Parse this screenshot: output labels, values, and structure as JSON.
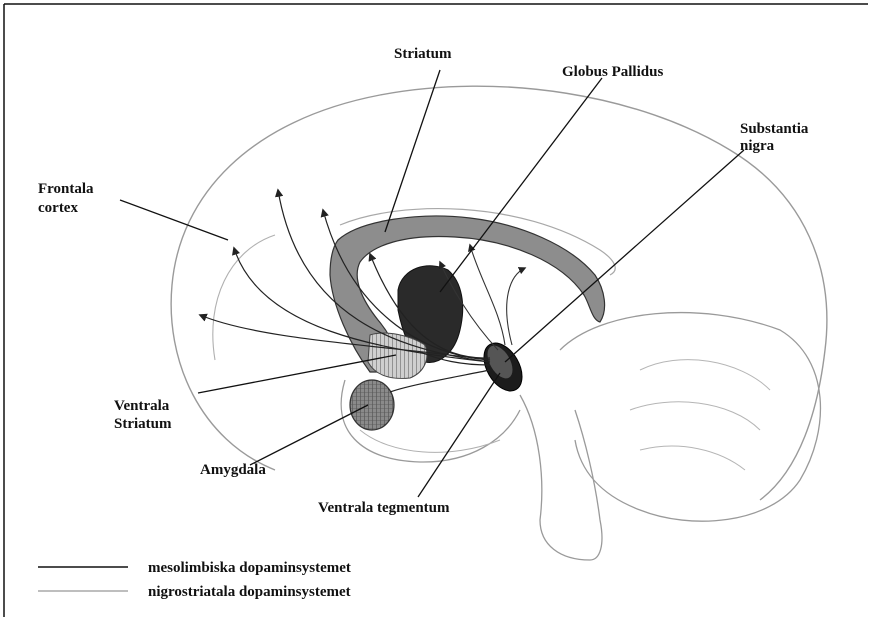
{
  "labels": {
    "striatum": "Striatum",
    "globus_pallidus": "Globus Pallidus",
    "substantia_nigra_1": "Substantia",
    "substantia_nigra_2": "nigra",
    "frontala_cortex_1": "Frontala",
    "frontala_cortex_2": "cortex",
    "ventrala_striatum_1": "Ventrala",
    "ventrala_striatum_2": "Striatum",
    "amygdala": "Amygdala",
    "ventrala_tegmentum": "Ventrala tegmentum"
  },
  "legend": {
    "mesolimbic": "mesolimbiska dopaminsystemet",
    "nigrostriatal": "nigrostriatala dopaminsystemet"
  },
  "colors": {
    "outline": "#9a9a9a",
    "dark_line": "#111111",
    "striatum_fill": "#8d8d8d",
    "pallidus_fill": "#2a2a2a",
    "amygdala_fill": "#6f6f6f",
    "legend_gray": "#a8a8a8"
  }
}
